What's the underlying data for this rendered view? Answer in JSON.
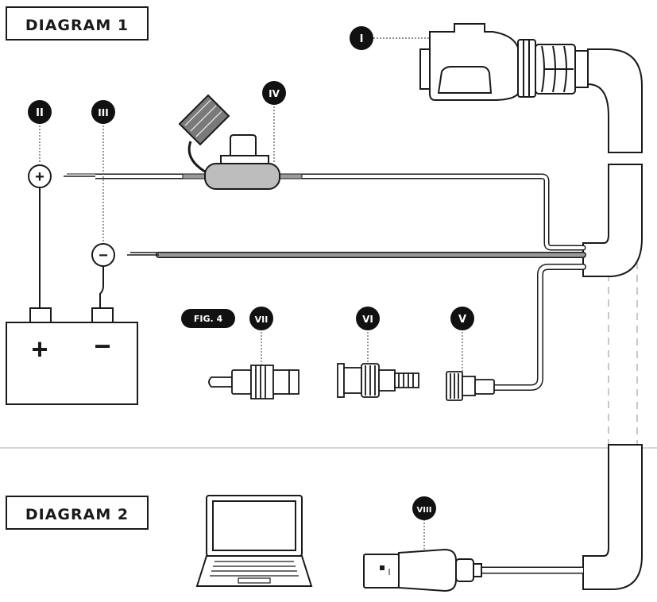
{
  "diagram1": {
    "title": "DIAGRAM 1"
  },
  "diagram2": {
    "title": "DIAGRAM 2"
  },
  "fig_label": "FIG. 4",
  "callouts": {
    "I": "I",
    "II": "II",
    "III": "III",
    "IV": "IV",
    "V": "V",
    "VI": "VI",
    "VII": "VII",
    "VIII": "VIII"
  },
  "battery": {
    "plus": "+",
    "minus": "−"
  },
  "terminals": {
    "plus": "+",
    "minus": "−"
  },
  "colors": {
    "line": "#1a1a1a",
    "badge": "#111111",
    "wire_gray": "#9a9a9a",
    "fuse_fill": "#bdbdbd",
    "divider": "#c9c9c9"
  },
  "icons": [
    "connector-plug-icon",
    "fuse-holder-icon",
    "battery-icon",
    "rca-plug-icon",
    "bnc-adapter-icon",
    "sma-connector-icon",
    "laptop-icon",
    "usb-plug-icon"
  ]
}
